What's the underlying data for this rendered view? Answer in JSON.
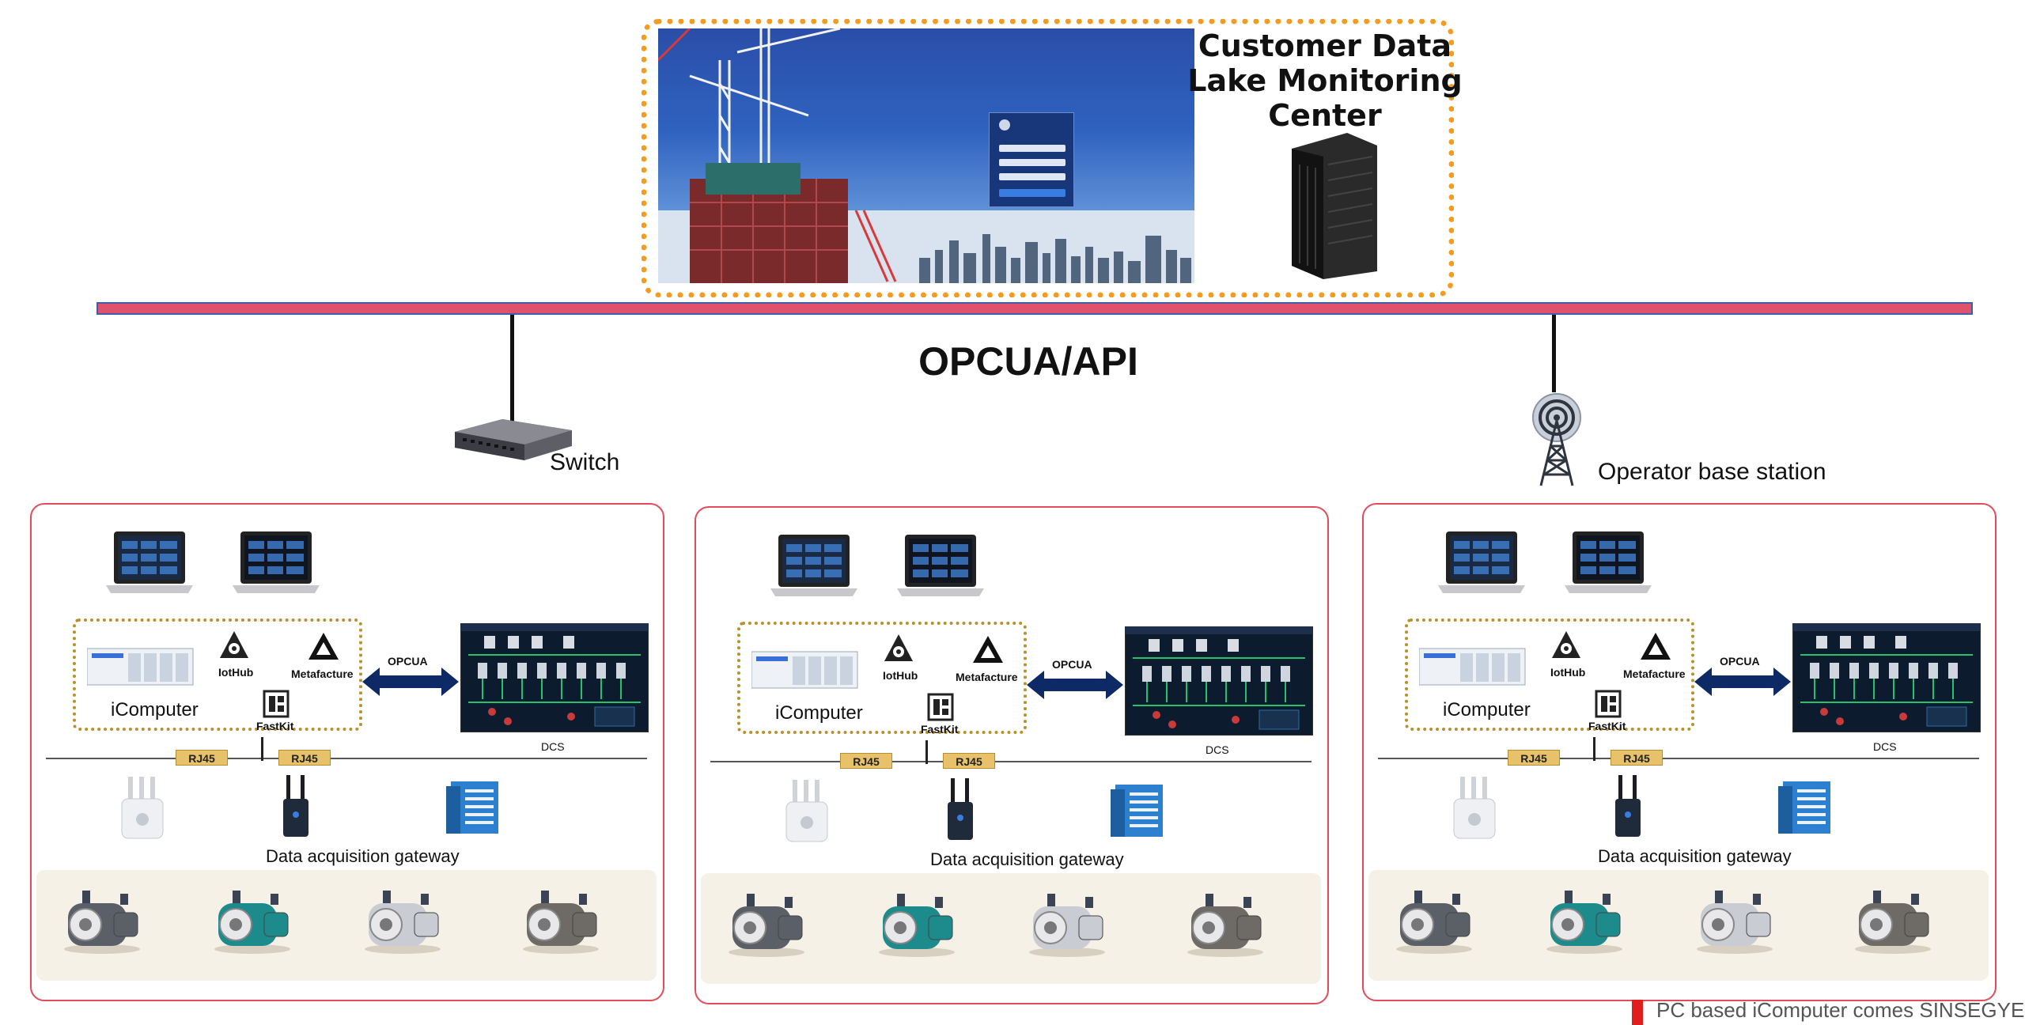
{
  "cloud": {
    "title": "Customer Data Lake Monitoring Center",
    "title_lines": [
      "Customer Data",
      "Lake Monitoring",
      "Center"
    ]
  },
  "bus": {
    "label": "OPCUA/API"
  },
  "switch": {
    "label": "Switch"
  },
  "base_station": {
    "label": "Operator base station"
  },
  "sites": [
    {
      "icomputer_label": "iComputer",
      "iothub_label": "IotHub",
      "metafacture_label": "Metafacture",
      "fastkit_label": "FastKit",
      "opcua_label": "OPCUA",
      "dcs_label": "DCS",
      "rj45_labels": [
        "RJ45",
        "RJ45"
      ],
      "gateway_label": "Data acquisition gateway"
    },
    {
      "icomputer_label": "iComputer",
      "iothub_label": "IotHub",
      "metafacture_label": "Metafacture",
      "fastkit_label": "FastKit",
      "opcua_label": "OPCUA",
      "dcs_label": "DCS",
      "rj45_labels": [
        "RJ45",
        "RJ45"
      ],
      "gateway_label": "Data acquisition gateway"
    },
    {
      "icomputer_label": "iComputer",
      "iothub_label": "IotHub",
      "metafacture_label": "Metafacture",
      "fastkit_label": "FastKit",
      "opcua_label": "OPCUA",
      "dcs_label": "DCS",
      "rj45_labels": [
        "RJ45",
        "RJ45"
      ],
      "gateway_label": "Data acquisition gateway"
    }
  ],
  "legend": {
    "text": "PC based iComputer comes SINSEGYE"
  },
  "colors": {
    "bus_fill": "#e0516c",
    "bus_border": "#3c5fa8",
    "cloud_border": "#f39c1f",
    "site_border": "#e44b5a",
    "icomputer_border": "#b9902a",
    "arrow": "#0d2a66",
    "legend_marker": "#e01e1e"
  }
}
